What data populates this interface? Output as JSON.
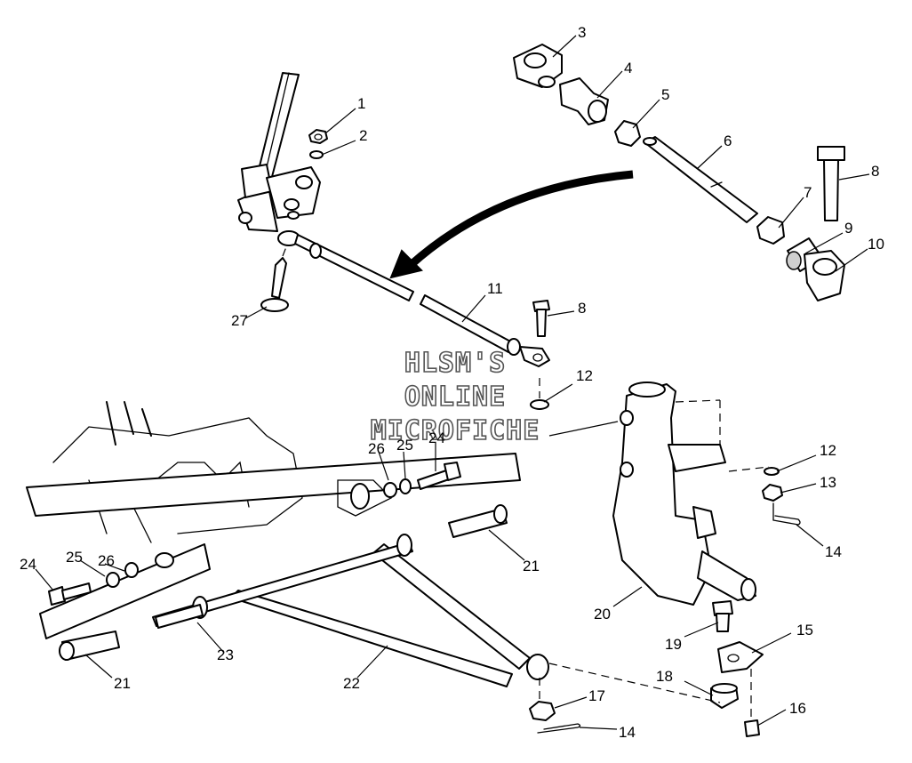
{
  "watermark": {
    "line1": "HLSM'S",
    "line2": "ONLINE",
    "line3": "MICROFICHE"
  },
  "callouts": [
    {
      "id": "c1",
      "text": "1"
    },
    {
      "id": "c2",
      "text": "2"
    },
    {
      "id": "c3",
      "text": "3"
    },
    {
      "id": "c4",
      "text": "4"
    },
    {
      "id": "c5",
      "text": "5"
    },
    {
      "id": "c6",
      "text": "6"
    },
    {
      "id": "c7",
      "text": "7"
    },
    {
      "id": "c8a",
      "text": "8"
    },
    {
      "id": "c8b",
      "text": "8"
    },
    {
      "id": "c9",
      "text": "9"
    },
    {
      "id": "c10",
      "text": "10"
    },
    {
      "id": "c11",
      "text": "11"
    },
    {
      "id": "c12a",
      "text": "12"
    },
    {
      "id": "c12b",
      "text": "12"
    },
    {
      "id": "c13",
      "text": "13"
    },
    {
      "id": "c14a",
      "text": "14"
    },
    {
      "id": "c14b",
      "text": "14"
    },
    {
      "id": "c15",
      "text": "15"
    },
    {
      "id": "c16",
      "text": "16"
    },
    {
      "id": "c17",
      "text": "17"
    },
    {
      "id": "c18",
      "text": "18"
    },
    {
      "id": "c19",
      "text": "19"
    },
    {
      "id": "c20",
      "text": "20"
    },
    {
      "id": "c21a",
      "text": "21"
    },
    {
      "id": "c21b",
      "text": "21"
    },
    {
      "id": "c22",
      "text": "22"
    },
    {
      "id": "c23",
      "text": "23"
    },
    {
      "id": "c24a",
      "text": "24"
    },
    {
      "id": "c24b",
      "text": "24"
    },
    {
      "id": "c25a",
      "text": "25"
    },
    {
      "id": "c25b",
      "text": "25"
    },
    {
      "id": "c26a",
      "text": "26"
    },
    {
      "id": "c26b",
      "text": "26"
    },
    {
      "id": "c27",
      "text": "27"
    }
  ]
}
